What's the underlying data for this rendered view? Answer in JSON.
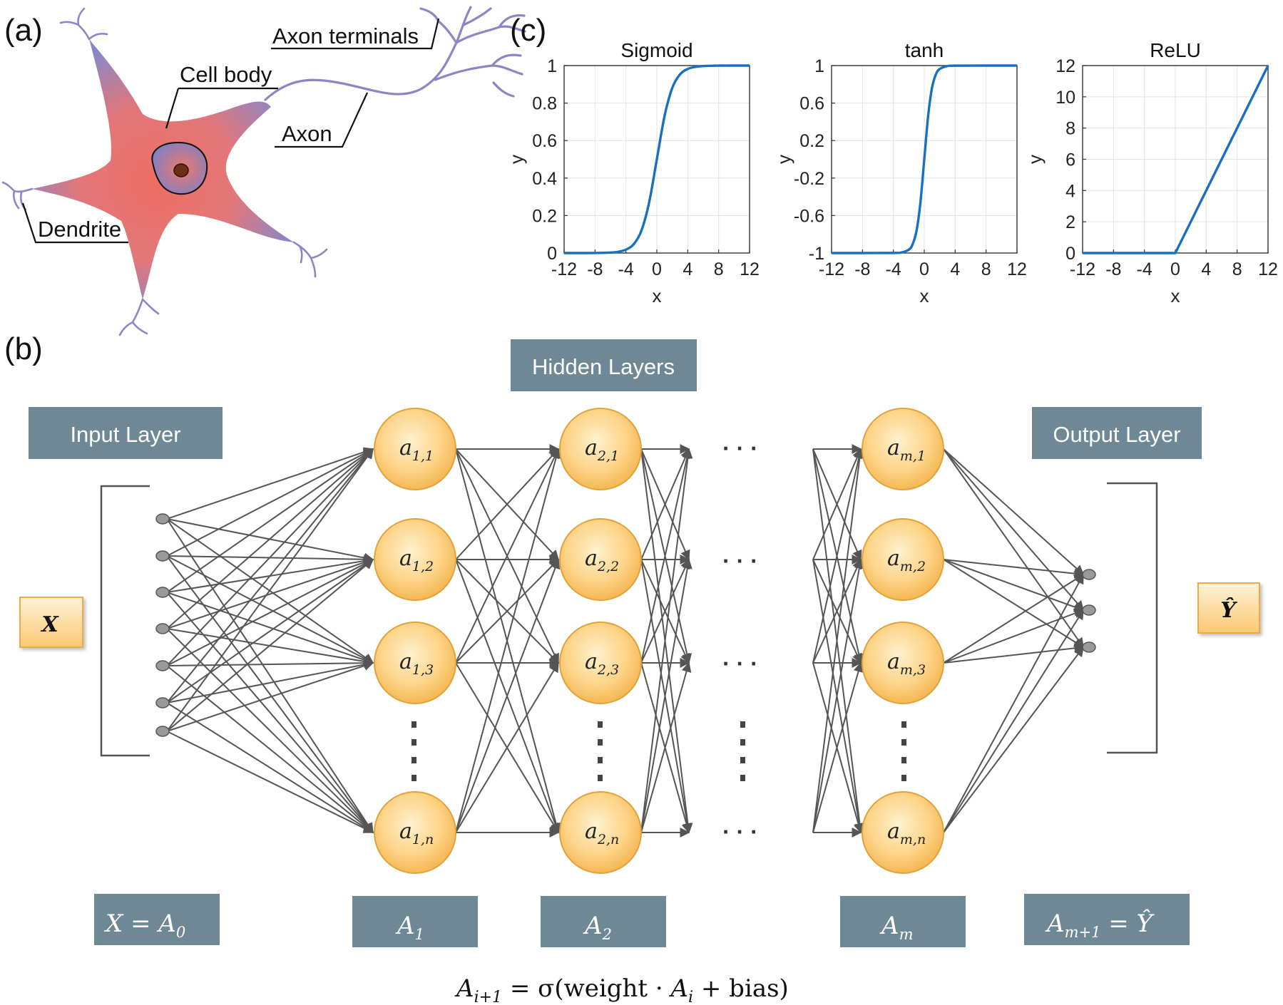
{
  "panels": {
    "a": "(a)",
    "b": "(b)",
    "c": "(c)"
  },
  "neuron": {
    "axon_terminals": "Axon terminals",
    "cell_body": "Cell body",
    "axon": "Axon",
    "dendrite": "Dendrite"
  },
  "network": {
    "hidden_layers": "Hidden Layers",
    "input_layer": "Input Layer",
    "output_layer": "Output Layer",
    "x_symbol": "X",
    "y_symbol": "Ŷ",
    "layer_labels": {
      "input": {
        "main": "X = A",
        "sub": "0"
      },
      "a1": {
        "main": "A",
        "sub": "1"
      },
      "a2": {
        "main": "A",
        "sub": "2"
      },
      "am": {
        "main": "A",
        "sub": "m"
      },
      "out": {
        "main": "A",
        "sub": "m+1",
        "suffix": " = Ŷ"
      }
    },
    "nodes": {
      "col1": [
        {
          "m": "a",
          "s": "1,1"
        },
        {
          "m": "a",
          "s": "1,2"
        },
        {
          "m": "a",
          "s": "1,3"
        },
        {
          "m": "a",
          "s": "1,n"
        }
      ],
      "col2": [
        {
          "m": "a",
          "s": "2,1"
        },
        {
          "m": "a",
          "s": "2,2"
        },
        {
          "m": "a",
          "s": "2,3"
        },
        {
          "m": "a",
          "s": "2,n"
        }
      ],
      "colm": [
        {
          "m": "a",
          "s": "m,1"
        },
        {
          "m": "a",
          "s": "m,2"
        },
        {
          "m": "a",
          "s": "m,3"
        },
        {
          "m": "a",
          "s": "m,n"
        }
      ]
    },
    "ellipsis": "· · ·",
    "formula": {
      "lhs": "A",
      "lhs_sub": "i+1",
      "mid": " = σ(weight · ",
      "a": "A",
      "a_sub": "i",
      "rhs": " + bias)"
    }
  },
  "colors": {
    "slate_box": "#6f8896",
    "node_fill_light": "#fde3a7",
    "node_fill_dark": "#f6b94f",
    "node_stroke": "#e0a33c",
    "curve": "#1a6fbf",
    "edge": "#555555",
    "axon": "#8e86c4"
  },
  "chart_data": [
    {
      "type": "line",
      "title": "Sigmoid",
      "xlabel": "x",
      "ylabel": "y",
      "xlim": [
        -12,
        12
      ],
      "ylim": [
        0,
        1
      ],
      "xticks": [
        -12,
        -8,
        -4,
        0,
        4,
        8,
        12
      ],
      "yticks": [
        0,
        0.2,
        0.4,
        0.6,
        0.8,
        1
      ],
      "ytick_labels": [
        "0",
        "0.2",
        "0.4",
        "0.6",
        "0.8",
        "1"
      ],
      "grid": true,
      "x": [
        -12,
        -10,
        -8,
        -6,
        -5,
        -4,
        -3,
        -2,
        -1,
        0,
        1,
        2,
        3,
        4,
        5,
        6,
        8,
        10,
        12
      ],
      "y": [
        0.0,
        0.0,
        0.0003,
        0.0025,
        0.0067,
        0.018,
        0.047,
        0.119,
        0.269,
        0.5,
        0.731,
        0.881,
        0.953,
        0.982,
        0.993,
        0.9975,
        0.9997,
        1.0,
        1.0
      ]
    },
    {
      "type": "line",
      "title": "tanh",
      "xlabel": "x",
      "ylabel": "y",
      "xlim": [
        -12,
        12
      ],
      "ylim": [
        -1,
        1
      ],
      "xticks": [
        -12,
        -8,
        -4,
        0,
        4,
        8,
        12
      ],
      "yticks": [
        -1,
        -0.6,
        -0.2,
        0.2,
        0.6,
        1
      ],
      "ytick_labels": [
        "-1",
        "-0.6",
        "-0.2",
        "0.2",
        "0.6",
        "1"
      ],
      "grid": true,
      "x": [
        -12,
        -8,
        -4,
        -3,
        -2,
        -1.5,
        -1,
        -0.5,
        0,
        0.5,
        1,
        1.5,
        2,
        3,
        4,
        8,
        12
      ],
      "y": [
        -1.0,
        -1.0,
        -0.999,
        -0.995,
        -0.964,
        -0.905,
        -0.762,
        -0.462,
        0.0,
        0.462,
        0.762,
        0.905,
        0.964,
        0.995,
        0.999,
        1.0,
        1.0
      ]
    },
    {
      "type": "line",
      "title": "ReLU",
      "xlabel": "x",
      "ylabel": "y",
      "xlim": [
        -12,
        12
      ],
      "ylim": [
        0,
        12
      ],
      "xticks": [
        -12,
        -8,
        -4,
        0,
        4,
        8,
        12
      ],
      "yticks": [
        0,
        2,
        4,
        6,
        8,
        10,
        12
      ],
      "ytick_labels": [
        "0",
        "2",
        "4",
        "6",
        "8",
        "10",
        "12"
      ],
      "grid": true,
      "x": [
        -12,
        0,
        12
      ],
      "y": [
        0,
        0,
        12
      ]
    }
  ]
}
